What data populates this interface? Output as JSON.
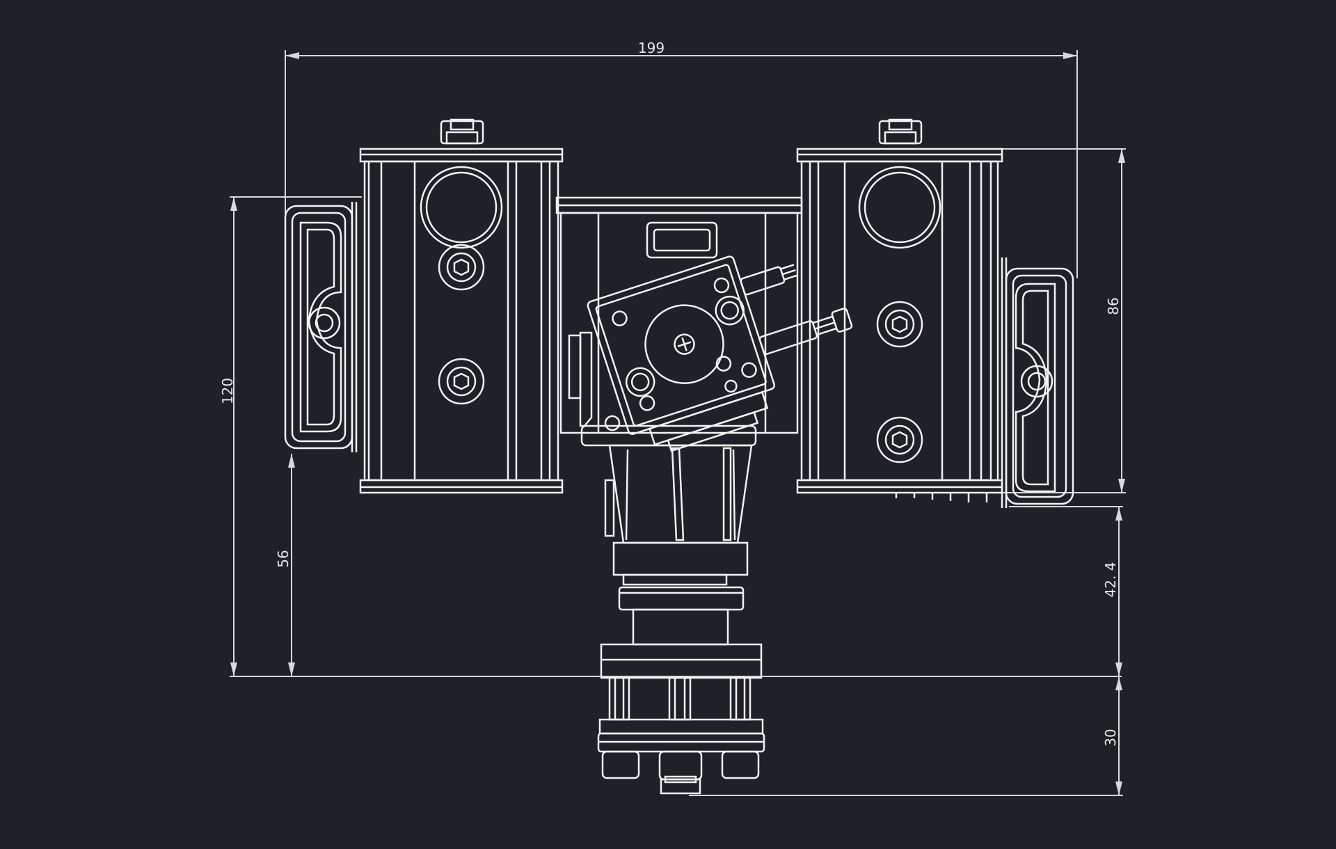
{
  "colors": {
    "background": "#1e2128",
    "line": "#f2f2f2",
    "dimension_line": "#d9d9d9"
  },
  "dimensions": {
    "overall_width": "199",
    "overall_height": "120",
    "cylinder_height": "86",
    "mount_height": "56",
    "crank_height": "42. 4",
    "shaft_length": "30"
  }
}
